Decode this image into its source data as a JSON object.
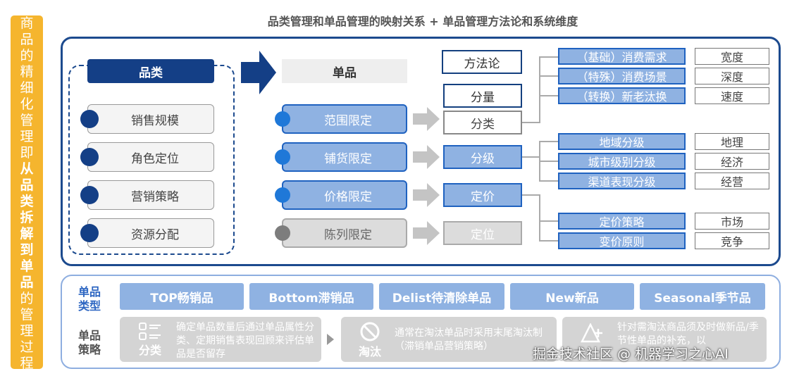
{
  "title": "品类管理和单品管理的映射关系 + 单品管理方法论和系统维度",
  "banner": {
    "part1": "商品的精细化管理即",
    "part2": "从品类拆解到单品",
    "part3": "的管理过程"
  },
  "pinlei": {
    "header": "品类",
    "items": [
      "销售规模",
      "角色定位",
      "营销策略",
      "资源分配"
    ]
  },
  "danpin": {
    "header": "单品",
    "items": [
      "范围限定",
      "铺货限定",
      "价格限定",
      "陈列限定"
    ]
  },
  "methodology": {
    "label": "方法论"
  },
  "mid": {
    "fenliang": "分量",
    "fenlei": "分类",
    "fenji": "分级",
    "dingjia": "定价",
    "dingwei": "定位"
  },
  "right": {
    "group1": [
      "（基础）消费需求",
      "（特殊）消费场景",
      "（转换）新老汰换"
    ],
    "group2": [
      "地域分级",
      "城市级别分级",
      "渠道表现分级"
    ],
    "group3": [
      "定价策略",
      "变价原则"
    ]
  },
  "dimensions": {
    "group1": [
      "宽度",
      "深度",
      "速度"
    ],
    "group2": [
      "地理",
      "经济",
      "经营"
    ],
    "group3": [
      "市场",
      "竞争"
    ]
  },
  "bottom": {
    "type_label": "单品类型",
    "types": [
      "TOP畅销品",
      "Bottom滞销品",
      "Delist待清除单品",
      "New新品",
      "Seasonal季节品"
    ],
    "strategy_label": "单品策略",
    "strategies": [
      {
        "icon_label": "分类",
        "text": "确定单品数量后通过单品属性分类、定期销售表现回顾来评估单品是否留存"
      },
      {
        "icon_label": "淘汰",
        "text": "通常在淘汰单品时采用末尾淘汰制（滞销单品营销策略）"
      },
      {
        "icon_label": "",
        "text": "针对需淘汰商品须及时做新品/季节性单品的补充，以"
      }
    ]
  },
  "watermark": "掘金技术社区 @ 机器学习之心AI",
  "colors": {
    "navy": "#143f86",
    "blue_fill": "#8fb2e2",
    "blue_border": "#1f62c0",
    "banner": "#f5b52e"
  }
}
